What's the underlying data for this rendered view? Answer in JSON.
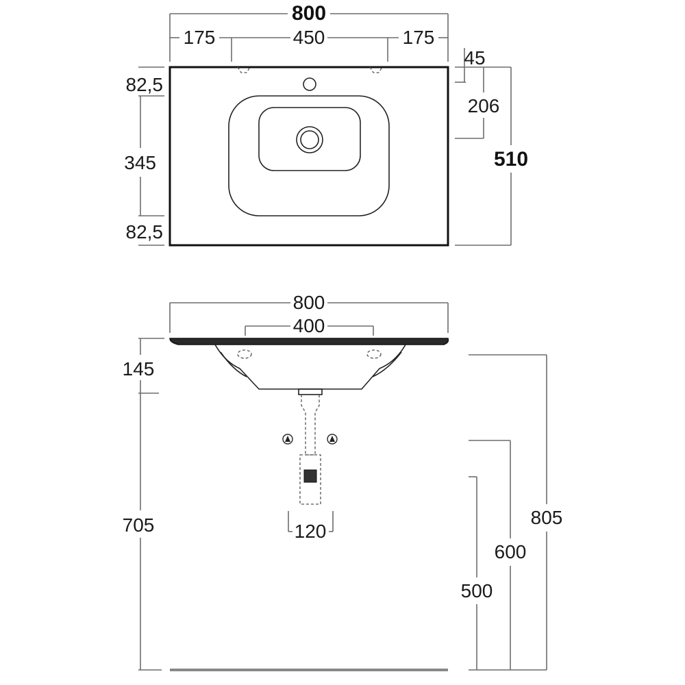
{
  "plan_view": {
    "width_total": "800",
    "width_left": "175",
    "width_center": "450",
    "width_right": "175",
    "depth_total": "510",
    "depth_front": "82,5",
    "depth_center": "345",
    "depth_back": "82,5",
    "tap_offset": "45",
    "bowl_offset": "206"
  },
  "front_view": {
    "width_total": "800",
    "width_bowl": "400",
    "basin_height": "145",
    "waste_spacing": "120",
    "height_left": "705",
    "height_right_total": "805",
    "height_right_mid": "600",
    "height_right_low": "500"
  }
}
